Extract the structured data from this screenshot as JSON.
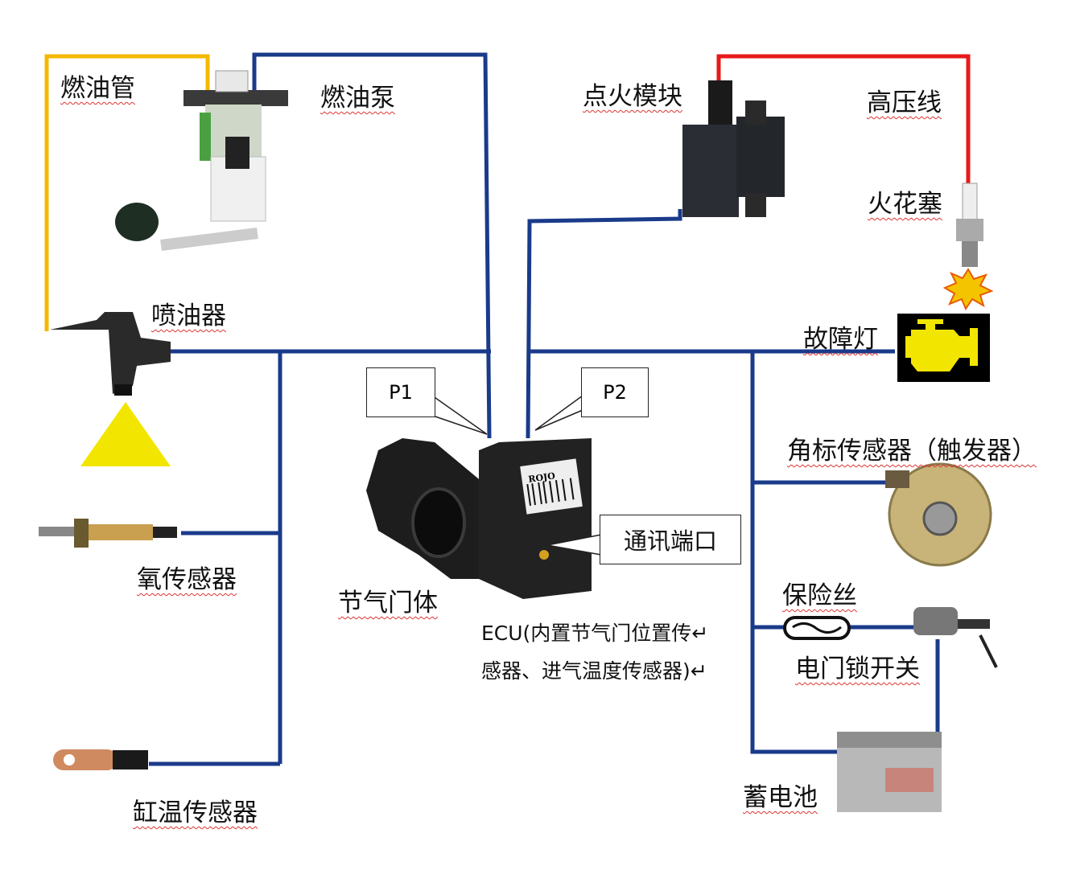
{
  "labels": {
    "fuel_line": "燃油管",
    "fuel_pump": "燃油泵",
    "ignition_module": "点火模块",
    "high_voltage_wire": "高压线",
    "spark_plug": "火花塞",
    "injector": "喷油器",
    "fault_lamp": "故障灯",
    "p1": "P1",
    "p2": "P2",
    "trigger_sensor": "角标传感器（触发器）",
    "comm_port": "通讯端口",
    "oxygen_sensor": "氧传感器",
    "throttle_body": "节气门体",
    "ecu_line1": "ECU(内置节气门位置传↵",
    "ecu_line2": "感器、进气温度传感器)↵",
    "fuse": "保险丝",
    "ignition_switch": "电门锁开关",
    "cylinder_temp_sensor": "缸温传感器",
    "battery": "蓄电池",
    "ecu_brand": "ROJO"
  },
  "colors": {
    "signal_wire": "#1a3a8a",
    "fuel_line": "#f5b800",
    "high_voltage": "#e8191a",
    "lamp_yellow": "#f2e600"
  }
}
